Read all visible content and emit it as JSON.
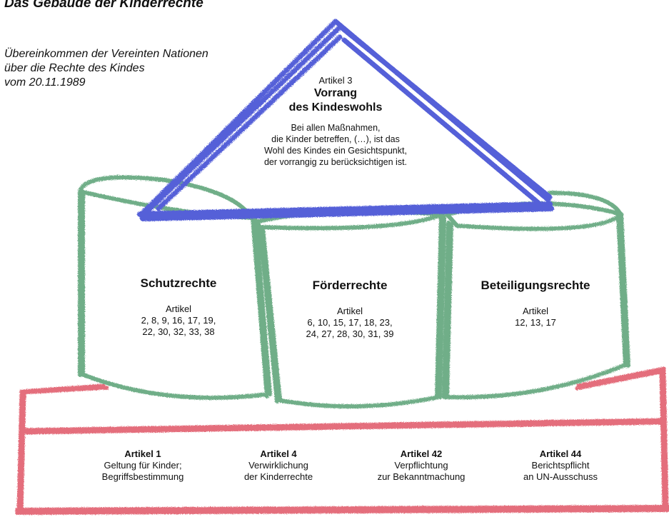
{
  "title": "Das Gebäude der Kinderrechte",
  "subtitle_lines": [
    "Übereinkommen der Vereinten Nationen",
    "über die Rechte des Kindes",
    "vom 20.11.1989"
  ],
  "roof": {
    "article": "Artikel 3",
    "heading_lines": [
      "Vorrang",
      "des Kindeswohls"
    ],
    "text_lines": [
      "Bei allen Maßnahmen,",
      "die Kinder betreffen, (…), ist das",
      "Wohl des Kindes ein Gesichtspunkt,",
      "der vorrangig zu berücksichtigen ist."
    ]
  },
  "pillars": [
    {
      "heading": "Schutzrechte",
      "article_label": "Artikel",
      "article_lines": [
        "2, 8, 9, 16, 17, 19,",
        "22, 30, 32, 33, 38"
      ]
    },
    {
      "heading": "Förderrechte",
      "article_label": "Artikel",
      "article_lines": [
        "6, 10, 15, 17, 18, 23,",
        "24, 27, 28, 30, 31, 39"
      ]
    },
    {
      "heading": "Beteiligungsrechte",
      "article_label": "Artikel",
      "article_lines": [
        "12, 13, 17"
      ]
    }
  ],
  "foundation": [
    {
      "article": "Artikel 1",
      "lines": [
        "Geltung für Kinder;",
        "Begriffsbestimmung"
      ]
    },
    {
      "article": "Artikel 4",
      "lines": [
        "Verwirklichung",
        "der Kinderrechte"
      ]
    },
    {
      "article": "Artikel 42",
      "lines": [
        "Verpflichtung",
        "zur Bekanntmachung"
      ]
    },
    {
      "article": "Artikel 44",
      "lines": [
        "Berichtspflicht",
        "an UN-Ausschuss"
      ]
    }
  ],
  "colors": {
    "roof": "#5560d8",
    "pillars": "#6fae88",
    "foundation": "#e46e7c"
  }
}
